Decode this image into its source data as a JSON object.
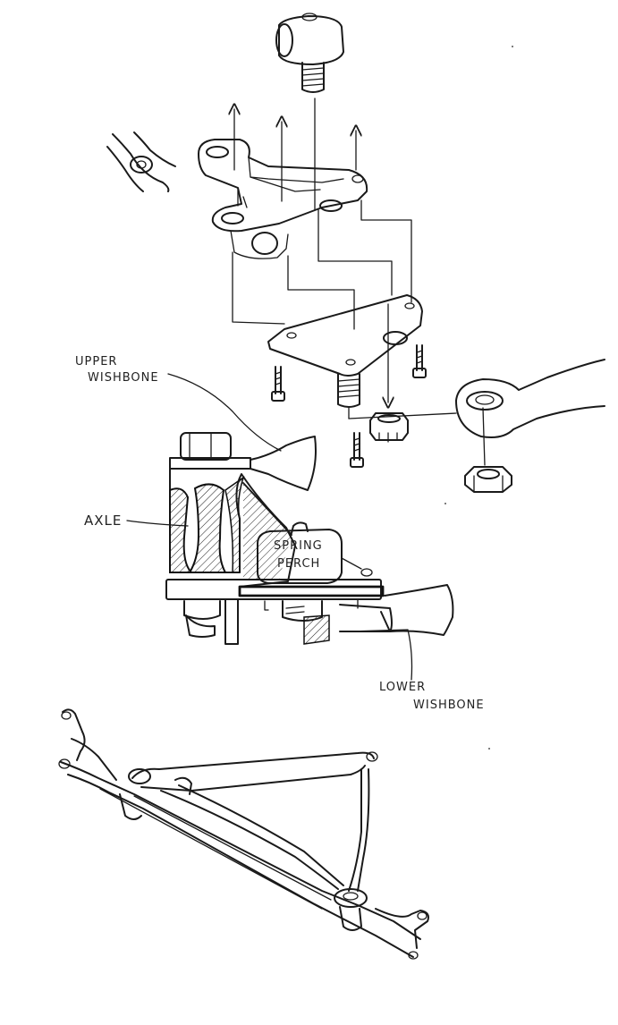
{
  "labels": {
    "upper_wishbone": [
      "UPPER",
      "WISHBONE"
    ],
    "axle": "AXLE",
    "spring_perch": [
      "SPRING",
      "PERCH"
    ],
    "lower_wishbone": [
      "LOWER",
      "WISHBONE"
    ]
  }
}
